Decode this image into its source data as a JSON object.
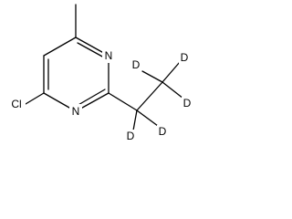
{
  "structure": {
    "atoms": {
      "n1": "N",
      "n3": "N",
      "cl": "Cl",
      "d1": "D",
      "d2": "D",
      "d3": "D",
      "d4": "D",
      "d5": "D"
    },
    "colors": {
      "bond": "#000000",
      "label": "#000000",
      "background": "#ffffff"
    }
  }
}
